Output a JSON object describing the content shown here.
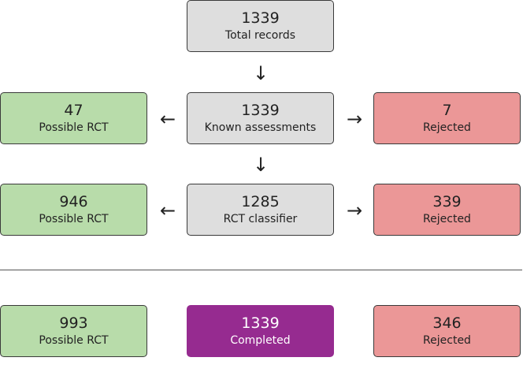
{
  "top": {
    "value": "1339",
    "label": "Total records"
  },
  "stage1": {
    "center": {
      "value": "1339",
      "label": "Known assessments"
    },
    "left": {
      "value": "47",
      "label": "Possible RCT"
    },
    "right": {
      "value": "7",
      "label": "Rejected"
    }
  },
  "stage2": {
    "center": {
      "value": "1285",
      "label": "RCT classifier"
    },
    "left": {
      "value": "946",
      "label": "Possible RCT"
    },
    "right": {
      "value": "339",
      "label": "Rejected"
    }
  },
  "summary": {
    "left": {
      "value": "993",
      "label": "Possible RCT"
    },
    "center": {
      "value": "1339",
      "label": "Completed"
    },
    "right": {
      "value": "346",
      "label": "Rejected"
    }
  },
  "arrows": {
    "down": "↓",
    "left": "←",
    "right": "→"
  },
  "colors": {
    "grey": "#dedede",
    "green": "#b8dcaa",
    "red": "#eb9797",
    "purple": "#962b90"
  }
}
